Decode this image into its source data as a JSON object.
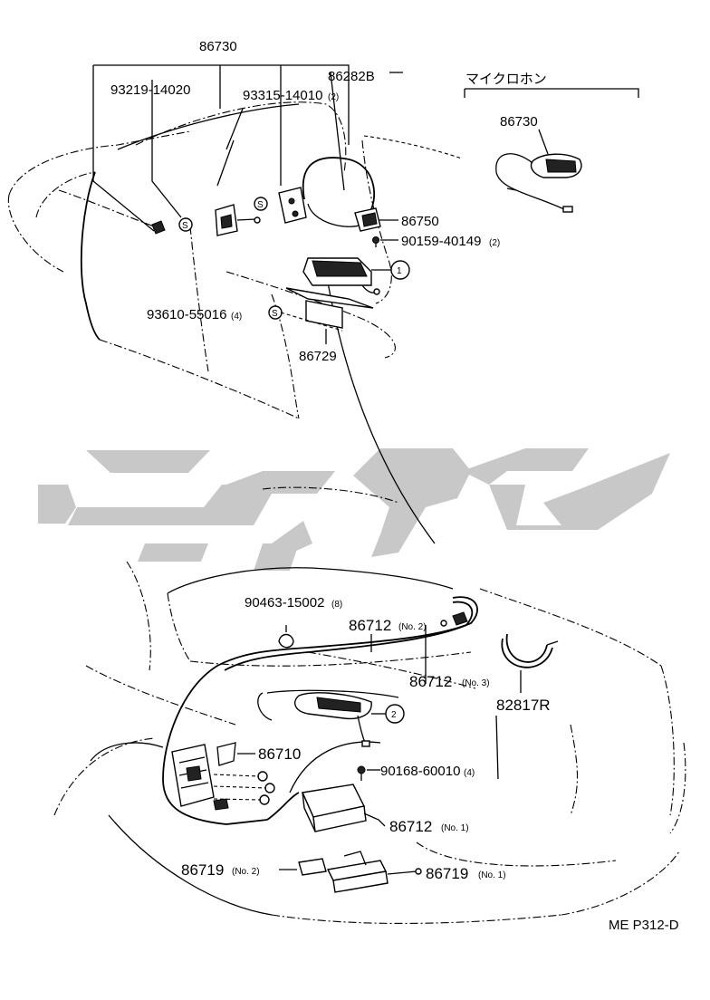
{
  "labels": {
    "p86730_top": "86730",
    "p86282b": "86282B",
    "p93219": "93219-14020",
    "p93315": "93315-14010",
    "p93315_qty": "(2)",
    "mic_title": "マイクロホン",
    "p86730_mic": "86730",
    "p86750": "86750",
    "p90159": "90159-40149",
    "p90159_qty": "(2)",
    "callout1": "1",
    "p93610": "93610-55016",
    "p93610_qty": "(4)",
    "p86729": "86729",
    "p90463": "90463-15002",
    "p90463_qty": "(8)",
    "p86712_no2": "86712",
    "p86712_no2_tag": "(No. 2)",
    "p86712_no3": "86712",
    "p86712_no3_tag": "(No. 3)",
    "p82817r": "82817R",
    "callout2": "2",
    "p86710": "86710",
    "p90168": "90168-60010",
    "p90168_qty": "(4)",
    "p86712_no1": "86712",
    "p86712_no1_tag": "(No. 1)",
    "p86719_no2": "86719",
    "p86719_no2_tag": "(No. 2)",
    "p86719_no1": "86719",
    "p86719_no1_tag": "(No. 1)",
    "ref_code": "ME P312-D",
    "clip_symbol": "S"
  },
  "watermark": {
    "color": "#c8c8c8"
  }
}
